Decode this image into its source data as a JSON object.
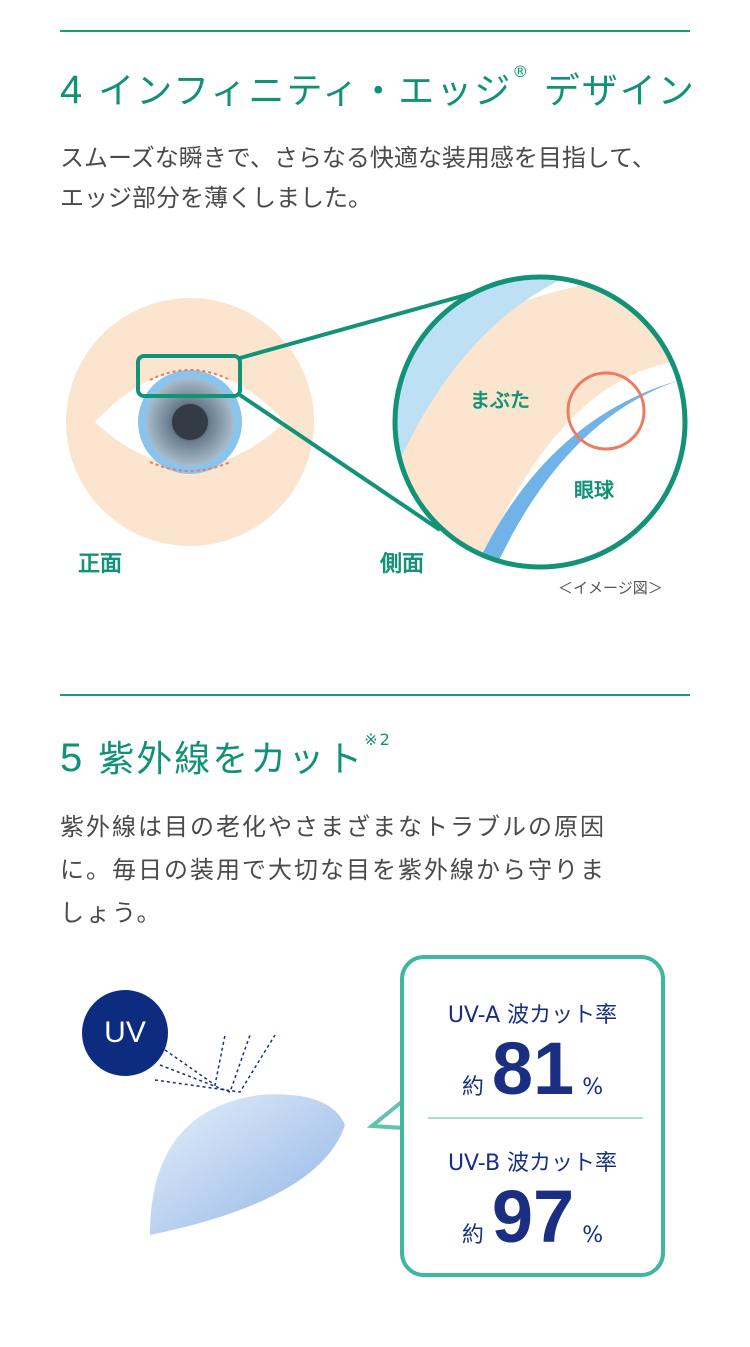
{
  "section4": {
    "number": "4",
    "title": "インフィニティ・エッジ",
    "reg": "®",
    "title_suffix": "デザイン",
    "body": [
      "スムーズな瞬きで、さらなる快適な装用感を目指して、",
      "エッジ部分を薄くしました。"
    ],
    "label_front": "正面",
    "label_side": "側面",
    "label_eyelid": "まぶた",
    "label_eyeball": "眼球",
    "note": "＜イメージ図＞"
  },
  "section5": {
    "number": "5",
    "title": "紫外線をカット",
    "footnote": "※2",
    "body": [
      "紫外線は目の老化やさまざまなトラブルの原因",
      "に。毎日の装用で大切な目を紫外線から守りま",
      "しょう。"
    ],
    "uv_label": "UV",
    "uva": {
      "label": "UV-A 波カット率",
      "prefix": "約",
      "value": "81",
      "unit": "%"
    },
    "uvb": {
      "label": "UV-B 波カット率",
      "prefix": "約",
      "value": "97",
      "unit": "%"
    }
  },
  "colors": {
    "accent": "#119177",
    "navy": "#1a2f82"
  }
}
